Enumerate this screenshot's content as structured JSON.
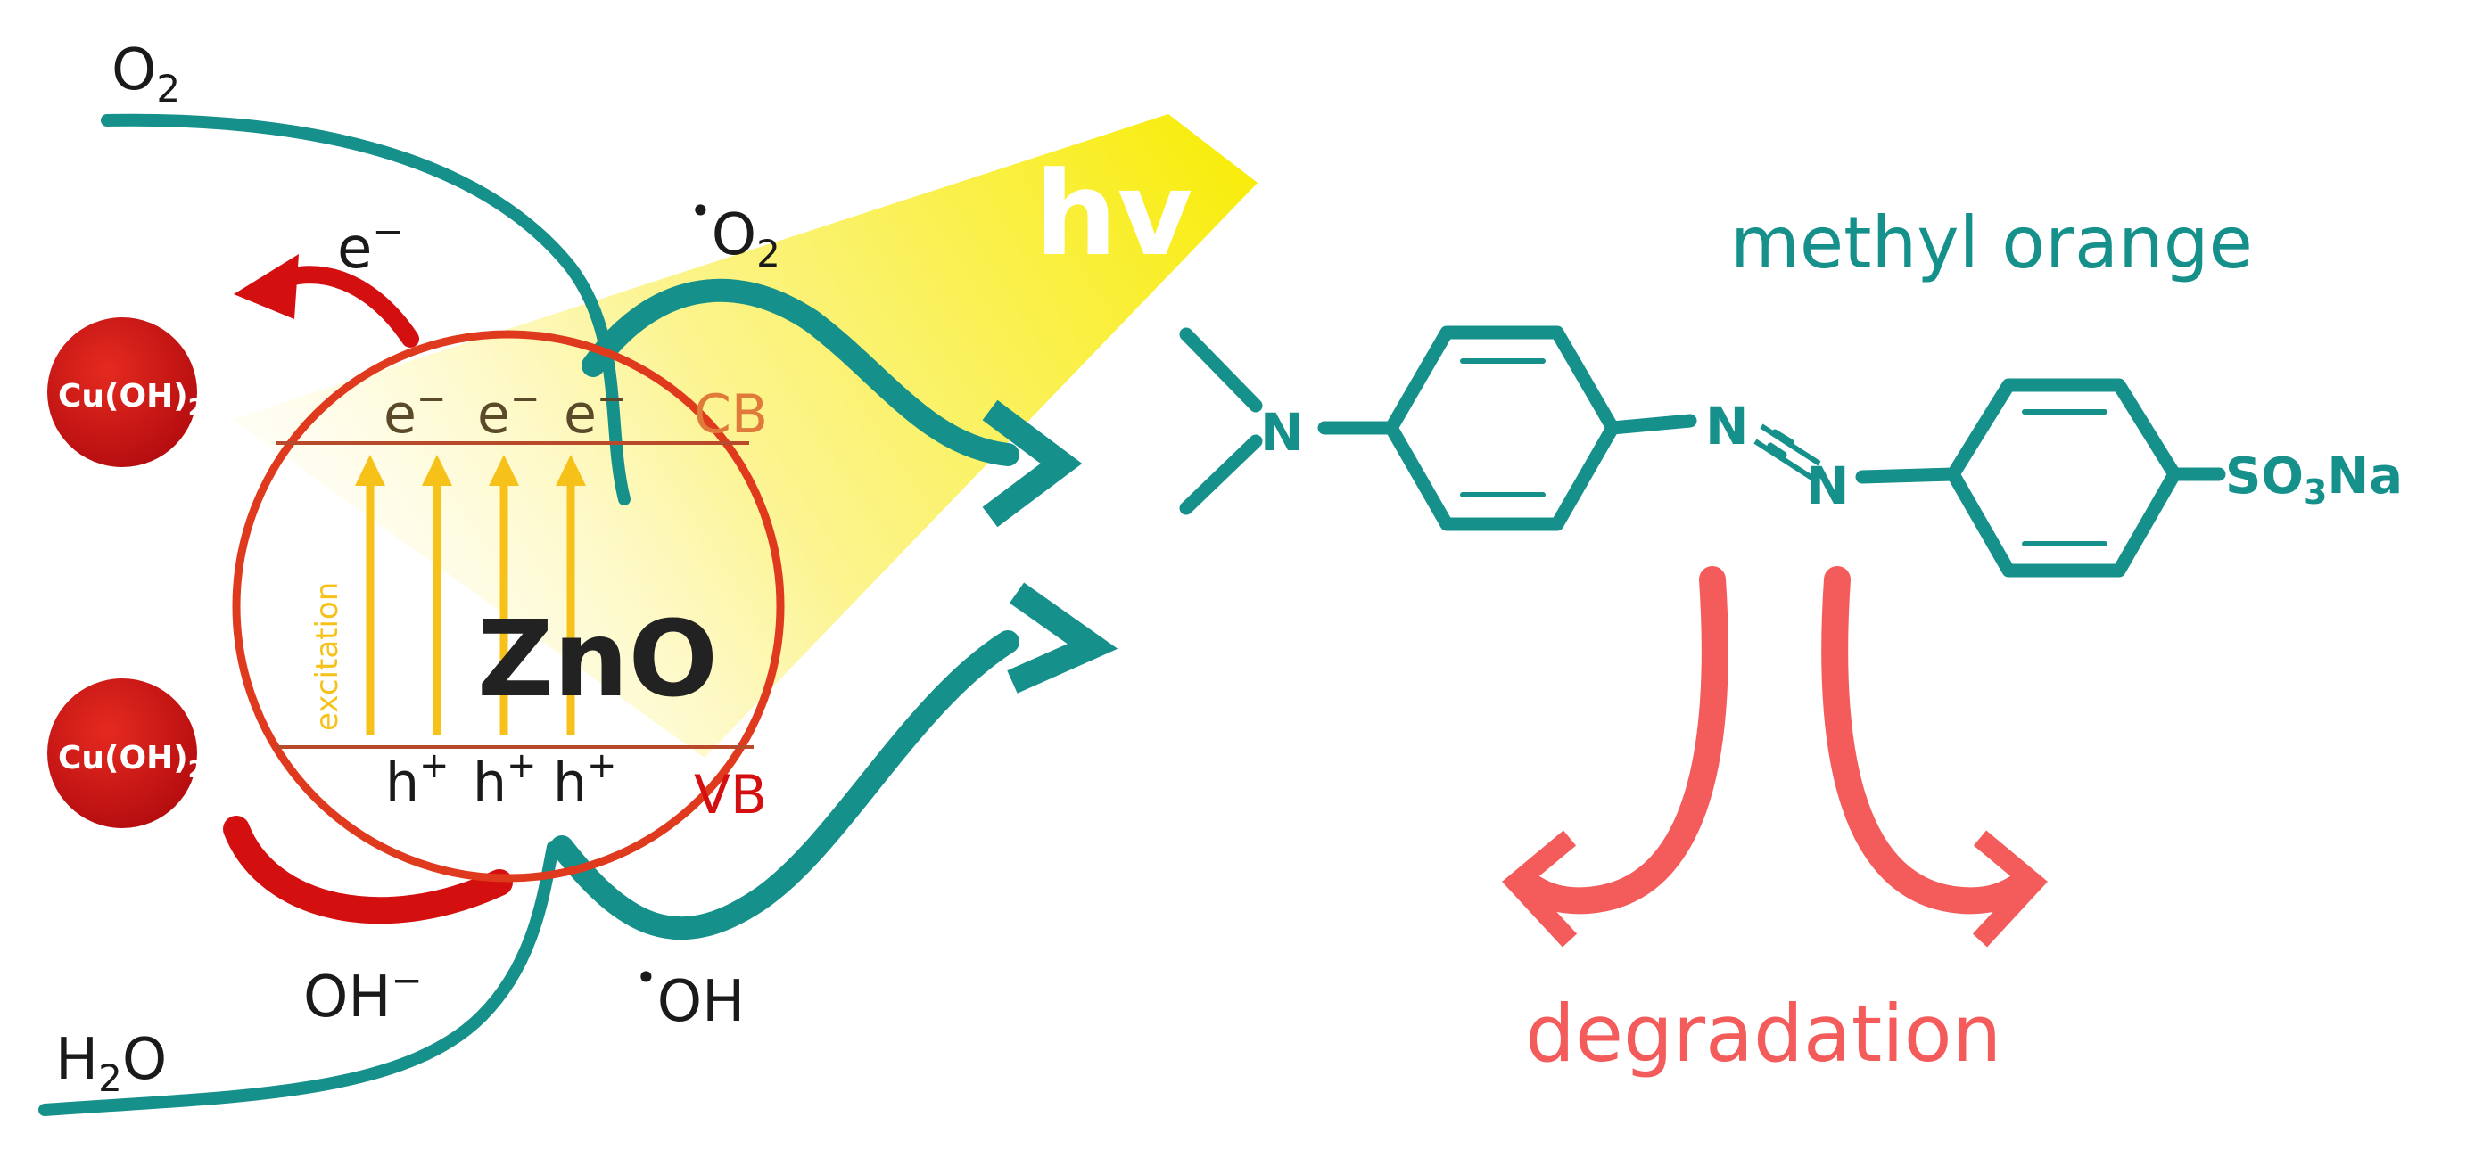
{
  "labels": {
    "o2": "O",
    "o2_sub": "2",
    "superoxide": "O",
    "superoxide_sub": "2",
    "radical_dot": "•",
    "electron": "e",
    "electron_sup": "−",
    "hv": "hv",
    "cu_oh2_top": "Cu(OH)",
    "cu_oh2_top_sub": "2",
    "cu_oh2_bottom": "Cu(OH)",
    "cu_oh2_bottom_sub": "2",
    "cb": "CB",
    "vb": "VB",
    "zno": "ZnO",
    "excitation": "excitation",
    "hole": "h",
    "hole_sup": "+",
    "hydroxide": "OH",
    "hydroxide_sup": "−",
    "hydroxyl_radical": "OH",
    "water_h": "H",
    "water_sub": "2",
    "water_o": "O",
    "methyl_orange": "methyl orange",
    "degradation": "degradation",
    "n_amine": "N",
    "n_azo_1": "N",
    "n_azo_2": "N",
    "so3na_pre": "SO",
    "so3na_sub": "3",
    "so3na_post": "Na"
  },
  "colors": {
    "teal": "#16908a",
    "red": "#d40f10",
    "orange": "#e07a3a",
    "yellow": "#f6d21a",
    "salmon": "#f45b5b",
    "dark": "#1a1a1a"
  }
}
